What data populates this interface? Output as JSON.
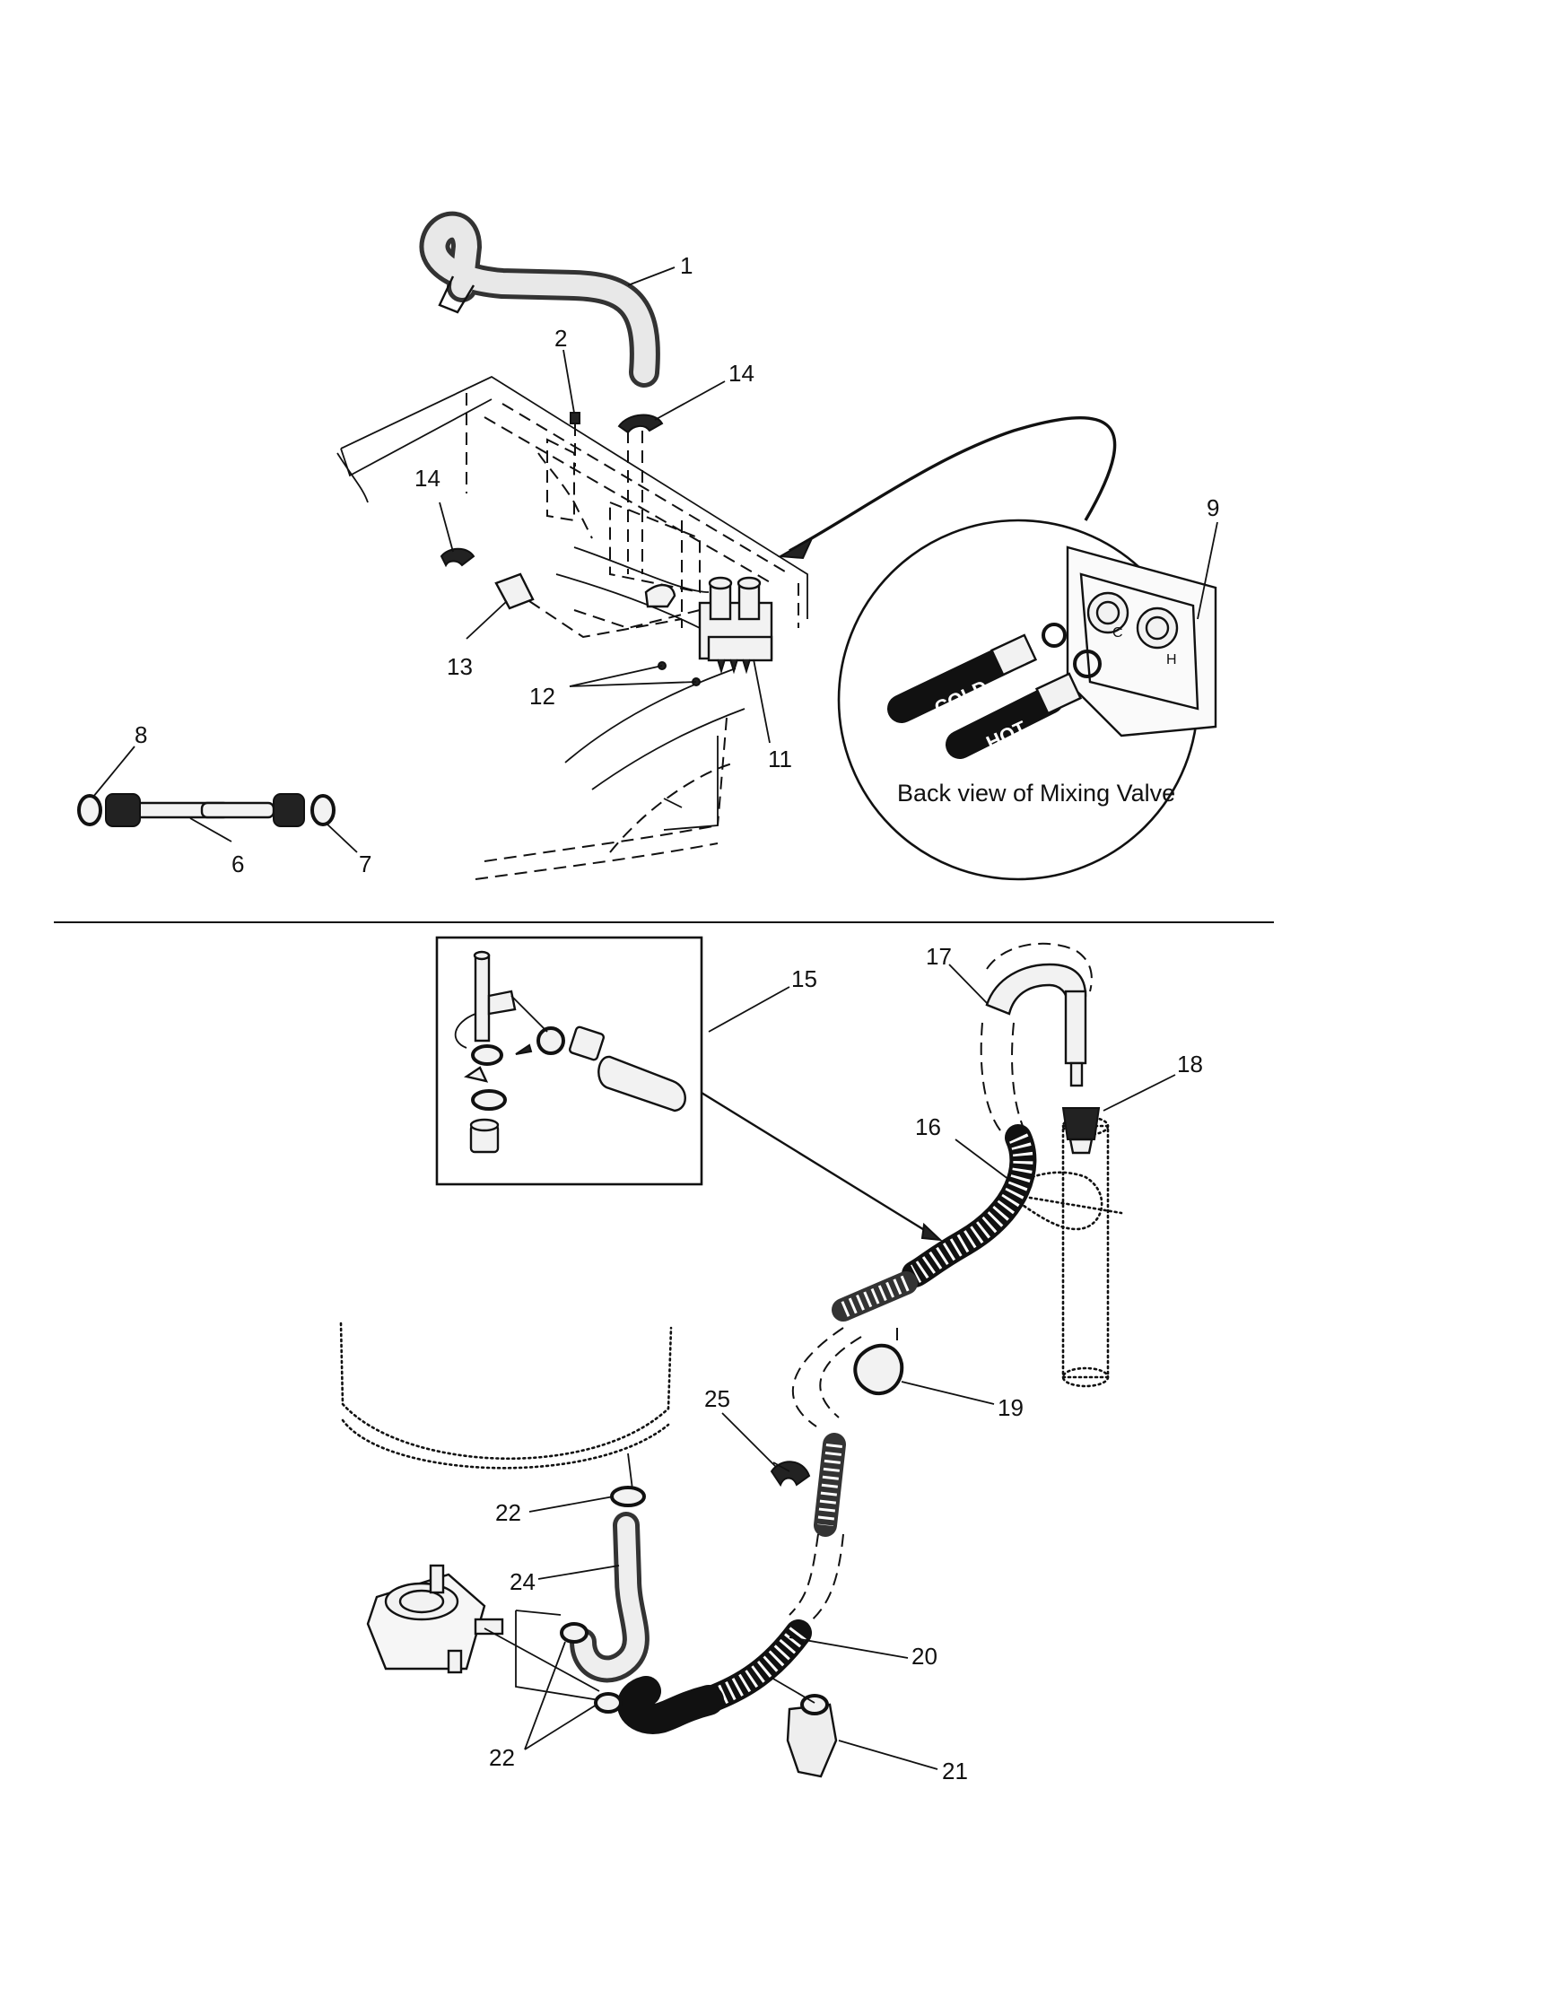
{
  "callouts": {
    "c1": "1",
    "c2": "2",
    "c14a": "14",
    "c14b": "14",
    "c9": "9",
    "c13": "13",
    "c12": "12",
    "c11": "11",
    "c8": "8",
    "c6": "6",
    "c7": "7",
    "c15": "15",
    "c17": "17",
    "c18": "18",
    "c16": "16",
    "c19": "19",
    "c25": "25",
    "c22a": "22",
    "c24": "24",
    "c22b": "22",
    "c20": "20",
    "c21": "21"
  },
  "inset": {
    "caption": "Back view of Mixing Valve",
    "cold_label": "COLD",
    "hot_label": "HOT",
    "c_mark": "C",
    "h_mark": "H"
  },
  "colors": {
    "ink": "#111111",
    "paper": "#ffffff"
  }
}
